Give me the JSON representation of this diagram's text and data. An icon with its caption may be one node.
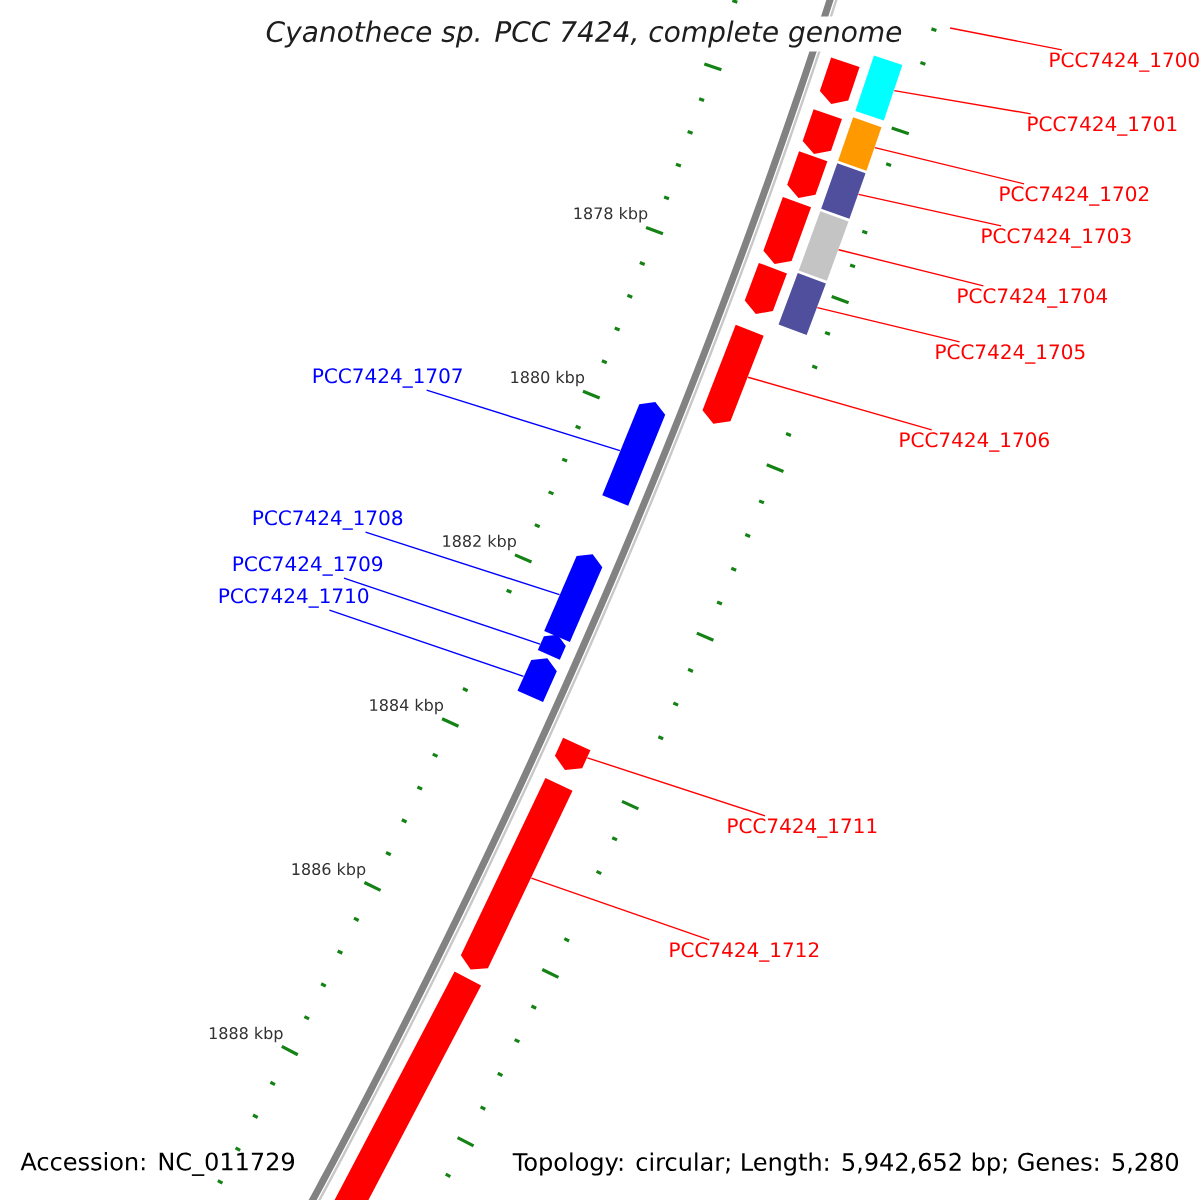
{
  "diagram": {
    "title": "Cyanothece sp. PCC 7424, complete genome",
    "nodes": [
      {
        "text": [
          "PCC7424_1700"
        ]
      },
      {
        "text": [
          "PCC7424_1701"
        ]
      },
      {
        "text": [
          "PCC7424_1702"
        ]
      },
      {
        "text": [
          "PCC7424_1703"
        ]
      },
      {
        "text": [
          "PCC7424_1704"
        ]
      },
      {
        "text": [
          "PCC7424_1705"
        ]
      },
      {
        "text": [
          "PCC7424_1706"
        ]
      },
      {
        "text": [
          "PCC7424_1707"
        ]
      },
      {
        "text": [
          "PCC7424_1708"
        ]
      },
      {
        "text": [
          "PCC7424_1709"
        ]
      },
      {
        "text": [
          "PCC7424_1710"
        ]
      },
      {
        "text": [
          "PCC7424_1711"
        ]
      },
      {
        "text": [
          "PCC7424_1712"
        ]
      },
      {
        "text": [],
        "shape": "bar"
      },
      {
        "text": [],
        "shape": "bar"
      },
      {
        "text": [],
        "shape": "bar"
      },
      {
        "text": [],
        "shape": "bar"
      },
      {
        "text": [],
        "shape": "bar"
      },
      {
        "text": [],
        "shape": "bar"
      },
      {
        "text": [],
        "shape": "bar"
      },
      {
        "text": [],
        "shape": "bar"
      },
      {
        "text": [],
        "shape": "bar"
      },
      {
        "text": [],
        "shape": "bar"
      },
      {
        "text": [],
        "shape": "bar"
      },
      {
        "text": [],
        "shape": "bar"
      },
      {
        "text": [],
        "shape": "bar"
      },
      {
        "text": [],
        "shape": "box"
      },
      {
        "text": [],
        "shape": "box"
      },
      {
        "text": [],
        "shape": "box"
      },
      {
        "text": [],
        "shape": "box"
      },
      {
        "text": [],
        "shape": "box"
      }
    ],
    "edges": [
      {
        "from": 0,
        "to": null,
        "arrow": "none"
      },
      {
        "from": 1,
        "to": 26,
        "arrow": "none"
      },
      {
        "from": 2,
        "to": 27,
        "arrow": "none"
      },
      {
        "from": 3,
        "to": 28,
        "arrow": "none"
      },
      {
        "from": 4,
        "to": 29,
        "arrow": "none"
      },
      {
        "from": 5,
        "to": 30,
        "arrow": "none"
      },
      {
        "from": 6,
        "to": 18,
        "arrow": "none"
      },
      {
        "from": 7,
        "to": 19,
        "arrow": "none",
        "color": "#0000ff"
      },
      {
        "from": 8,
        "to": 20,
        "arrow": "none",
        "color": "#0000ff"
      },
      {
        "from": 9,
        "to": 21,
        "arrow": "none",
        "color": "#0000ff"
      },
      {
        "from": 10,
        "to": 22,
        "arrow": "none",
        "color": "#0000ff"
      },
      {
        "from": 11,
        "to": 23,
        "arrow": "none"
      },
      {
        "from": 12,
        "to": 24,
        "arrow": "none"
      }
    ],
    "labels": [
      "1878 kbp",
      "1880 kbp",
      "1882 kbp",
      "1884 kbp",
      "1886 kbp",
      "1888 kbp",
      "Accession: NC_011729",
      "Topology: circular; Length: 5,942,652 bp; Genes: 5,280"
    ]
  }
}
